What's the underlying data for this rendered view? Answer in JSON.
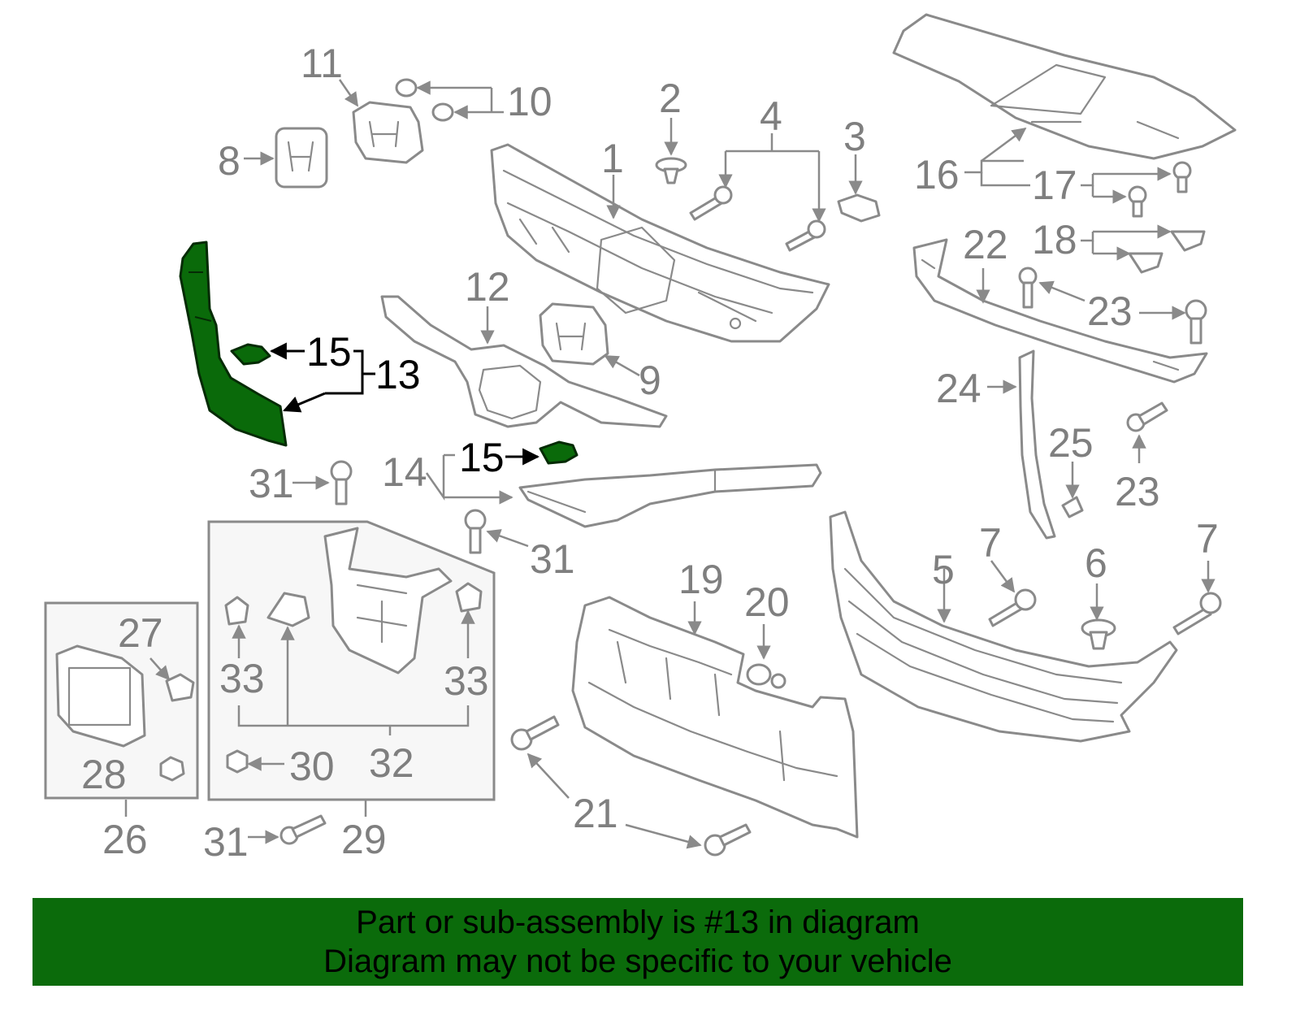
{
  "banner": {
    "line1": "Part or sub-assembly is #13 in diagram",
    "line2": "Diagram may not be specific to your vehicle",
    "color": "#0b6b0b"
  },
  "highlight_color": "#0a6a0a",
  "selected_part": "13",
  "callouts": {
    "c1": "1",
    "c2": "2",
    "c3": "3",
    "c4": "4",
    "c5": "5",
    "c6": "6",
    "c7a": "7",
    "c7b": "7",
    "c8": "8",
    "c9": "9",
    "c10": "10",
    "c11": "11",
    "c12": "12",
    "c13": "13",
    "c14": "14",
    "c15a": "15",
    "c15b": "15",
    "c16": "16",
    "c17": "17",
    "c18": "18",
    "c19": "19",
    "c20": "20",
    "c21": "21",
    "c22": "22",
    "c23a": "23",
    "c23b": "23",
    "c24": "24",
    "c25": "25",
    "c26": "26",
    "c27": "27",
    "c28": "28",
    "c29": "29",
    "c30": "30",
    "c31a": "31",
    "c31b": "31",
    "c31c": "31",
    "c32": "32",
    "c33a": "33",
    "c33b": "33"
  }
}
